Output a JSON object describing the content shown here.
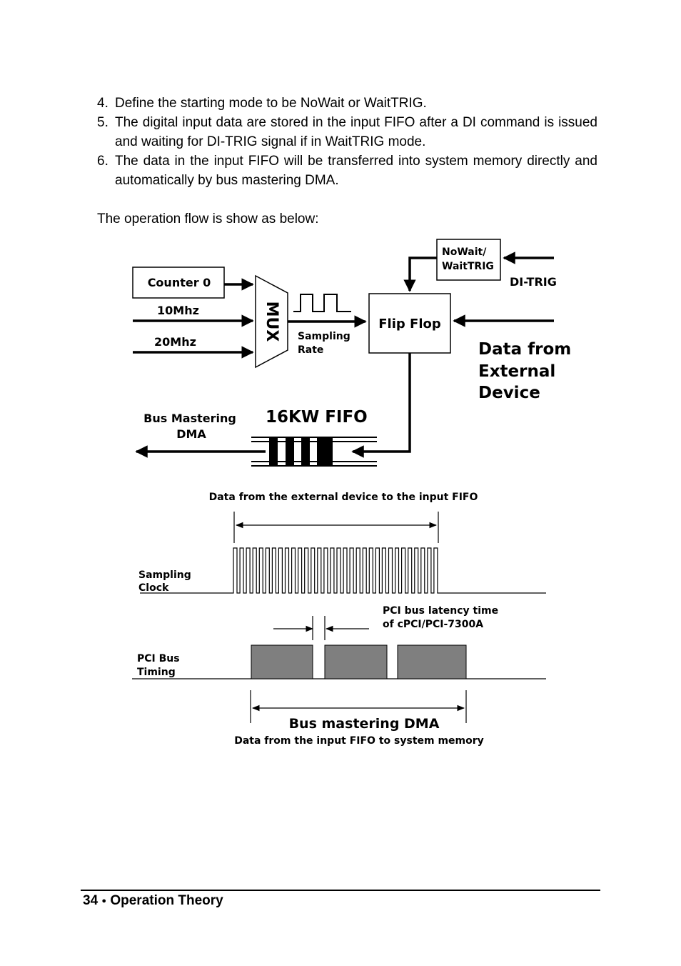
{
  "steps": [
    {
      "num": "4.",
      "text": "Define the starting mode to be NoWait or WaitTRIG."
    },
    {
      "num": "5.",
      "text": "The digital input data are stored in the input FIFO after a DI command is issued and waiting for DI-TRIG signal if in WaitTRIG mode."
    },
    {
      "num": "6.",
      "text": "The data in the input FIFO will be transferred into system memory directly and automatically by bus mastering DMA."
    }
  ],
  "intro": "The operation flow is show as below:",
  "block_diagram": {
    "counter0": "Counter 0",
    "clk10": "10Mhz",
    "clk20": "20Mhz",
    "mux": "MUX",
    "sampling_rate_l1": "Sampling",
    "sampling_rate_l2": "Rate",
    "flipflop": "Flip Flop",
    "nowait_l1": "NoWait/",
    "nowait_l2": "WaitTRIG",
    "ditrig": "DI-TRIG",
    "ext_l1": "Data from",
    "ext_l2": "External",
    "ext_l3": "Device",
    "fifo": "16KW FIFO",
    "busdma_l1": "Bus Mastering",
    "busdma_l2": "DMA"
  },
  "timing_diagram": {
    "top_caption": "Data from the external device to the input FIFO",
    "sampling_l1": "Sampling",
    "sampling_l2": "Clock",
    "latency_l1": "PCI bus latency time",
    "latency_l2": "of  cPCI/PCI-7300A",
    "pcibus_l1": "PCI Bus",
    "pcibus_l2": "Timing",
    "dma_title": "Bus mastering DMA",
    "dma_caption": "Data from the input FIFO to system memory"
  },
  "footer": {
    "page": "34",
    "bullet": "●",
    "section": "Operation Theory"
  }
}
